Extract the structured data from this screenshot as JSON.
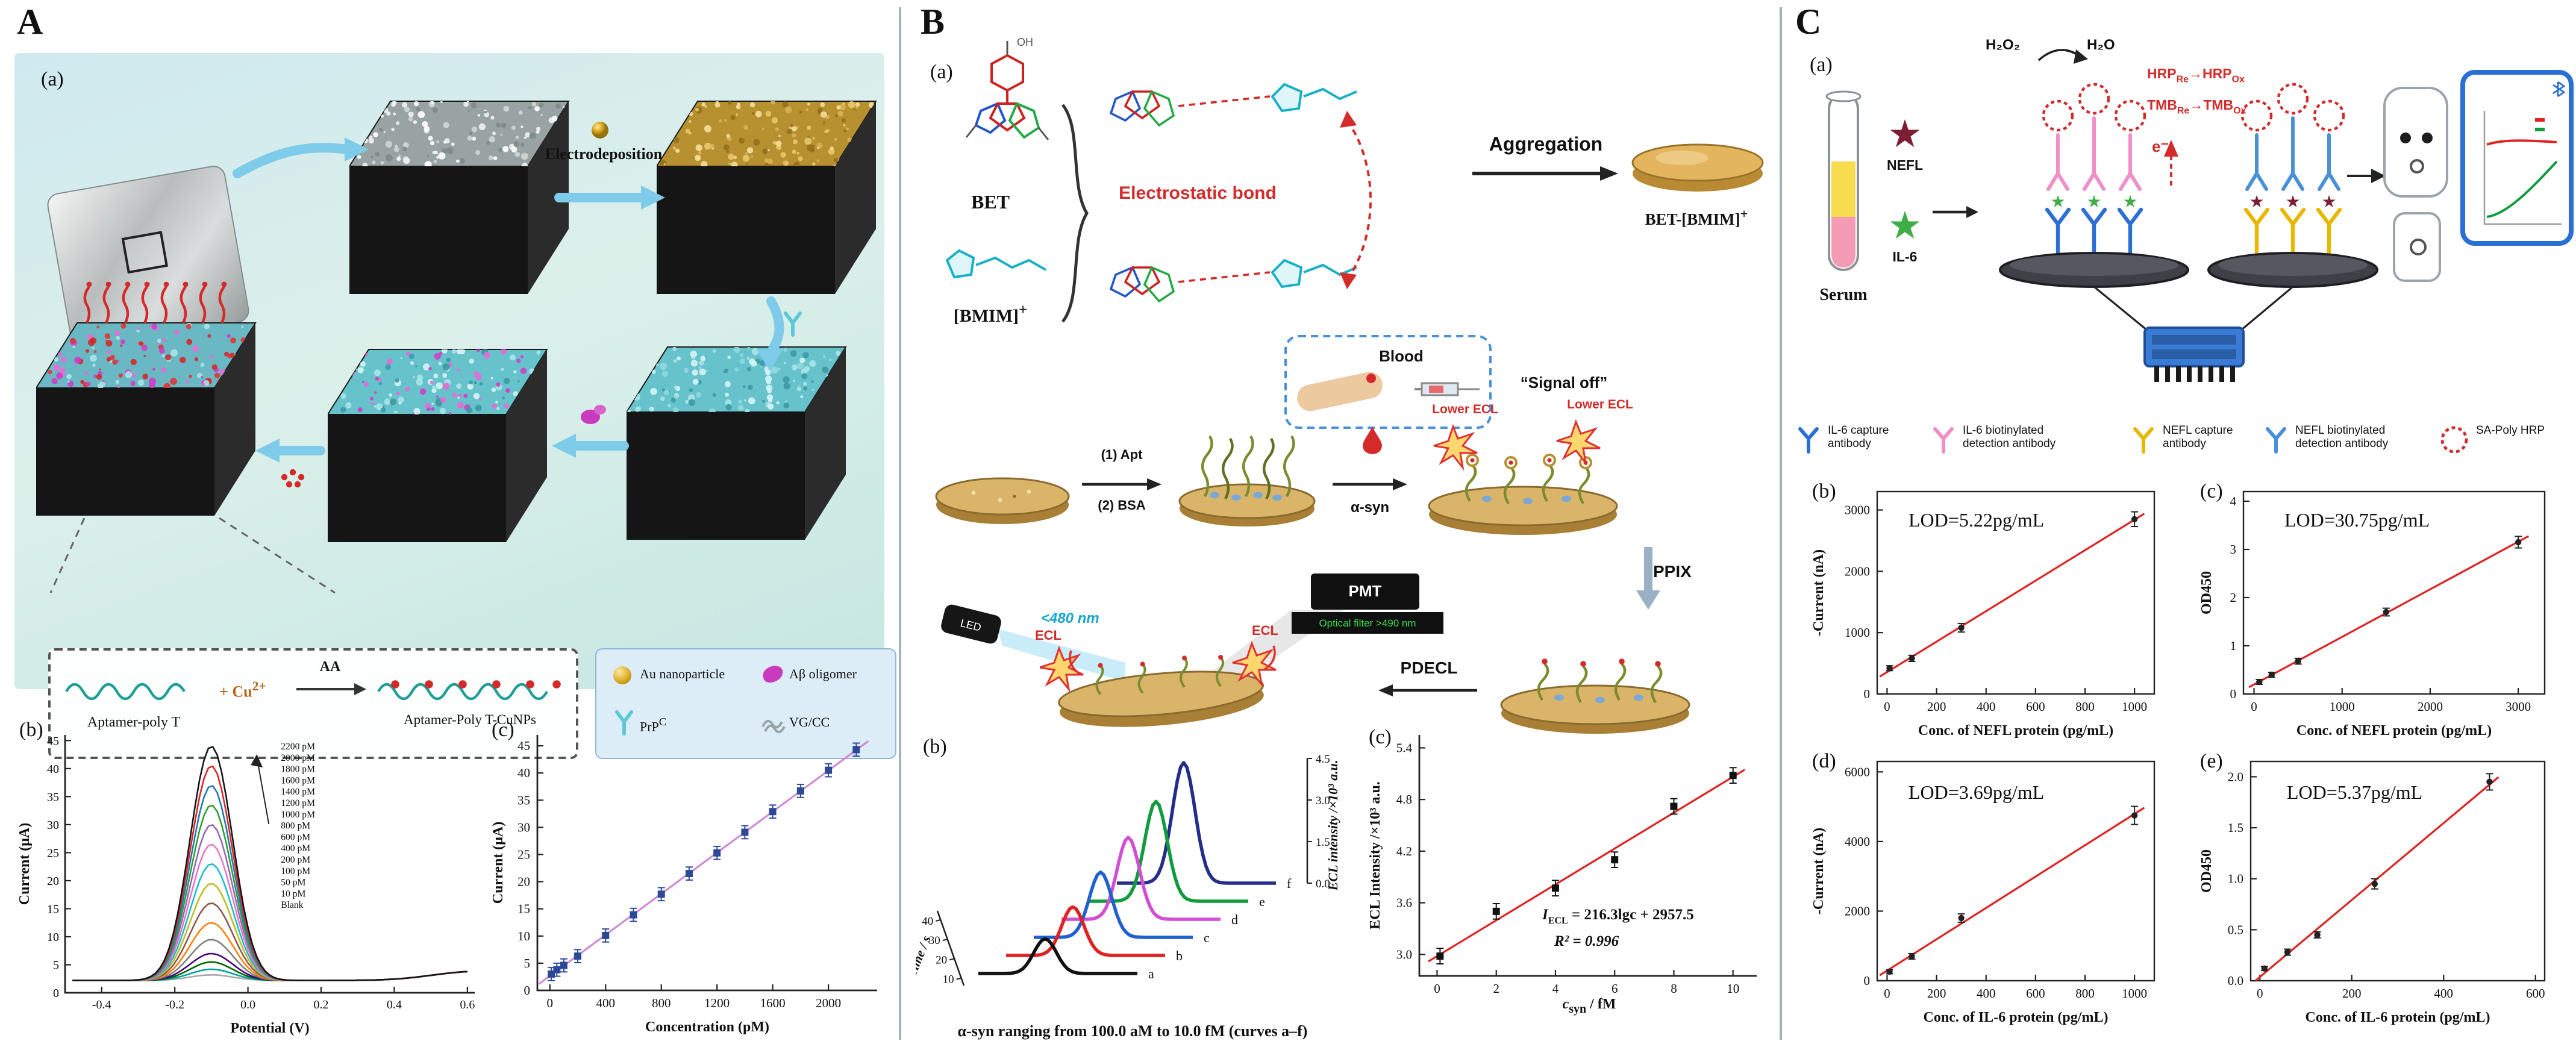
{
  "colors": {
    "accent_red": "#d42a2a",
    "arrow_blue": "#7ecbea",
    "aptamer_teal": "#1f9e98",
    "gold": "#d8b254",
    "magenta": "#cf3ec6",
    "cyan": "#5ac8d8",
    "phone_blue": "#2a6fd4",
    "star_green": "#3fae49",
    "star_dark_red": "#7c1f35"
  },
  "panels": {
    "A": {
      "label": "A",
      "sub_a": "(a)",
      "sub_b": "(b)",
      "sub_c": "(c)",
      "electrodeposition": "Electrodeposition",
      "legend_reaction": {
        "aptamer": "Aptamer-poly T",
        "plus_cu_prefix": "+ Cu",
        "plus_cu_sup": "2+",
        "aa": "AA",
        "product": "Aptamer-Poly T-CuNPs"
      },
      "legend_icons": {
        "au": "Au nanoparticle",
        "abeta": "Aβ oligomer",
        "prp_base": "PrP",
        "prp_sup": "C",
        "vgcc": "VG/CC"
      }
    },
    "B": {
      "label": "B",
      "sub_a": "(a)",
      "sub_b": "(b)",
      "sub_c": "(c)",
      "atom_oh": "OH",
      "bet": "BET",
      "bmim_base": "[BMIM]",
      "bmim_sup": "+",
      "electrostatic_bond": "Electrostatic bond",
      "aggregation": "Aggregation",
      "product_base": "BET-[BMIM]",
      "product_sup": "+",
      "blood": "Blood",
      "apt_step": "(1) Apt",
      "bsa_step": "(2) BSA",
      "asyn": "α-syn",
      "signal_off": "“Signal off”",
      "lower_ecl": "Lower ECL",
      "ppix": "PPIX",
      "led": "LED",
      "nm480": "<480 nm",
      "pmt": "PMT",
      "optical_filter": "Optical filter >490 nm",
      "ecl": "ECL",
      "pdecl": "PDECL",
      "caption": "α-syn ranging from 100.0 aM to 10.0 fM (curves a–f)"
    },
    "C": {
      "label": "C",
      "sub_a": "(a)",
      "serum": "Serum",
      "nefl": "NEFL",
      "il6": "IL-6",
      "h2o2": "H₂O₂",
      "h2o": "H₂O",
      "arrow": "→",
      "hrp_base": "HRP",
      "hrp_red_sub": "Re",
      "hrp_ox_sub": "Ox",
      "tmb_base": "TMB",
      "tmb_red_sub": "Re",
      "tmb_ox_sub": "Ox",
      "electron": "e⁻",
      "legend": [
        {
          "icon": "il6-capture-antibody-icon",
          "label": "IL-6 capture antibody",
          "color": "#2b6fd4"
        },
        {
          "icon": "il6-detection-antibody-icon",
          "label": "IL-6 biotinylated detection antibody",
          "color": "#ef8ec7"
        },
        {
          "icon": "nefl-capture-antibody-icon",
          "label": "NEFL capture antibody",
          "color": "#e8b800"
        },
        {
          "icon": "nefl-detection-antibody-icon",
          "label": "NEFL biotinylated detection antibody",
          "color": "#4a90d9"
        },
        {
          "icon": "sa-poly-hrp-icon",
          "label": "SA-Poly HRP",
          "color": "#d42a2a"
        }
      ]
    }
  },
  "chart_data": [
    {
      "id": "chart-A-b",
      "type": "dpv",
      "sub": "(b)",
      "xlabel": "Potential (V)",
      "ylabel": "Current (μA)",
      "xlim": [
        -0.5,
        0.62
      ],
      "ylim": [
        0,
        46
      ],
      "ml": 42,
      "xticks": [
        "-0.4",
        "-0.2",
        "0.0",
        "0.2",
        "0.4",
        "0.6"
      ],
      "yticks": [
        "0",
        "5",
        "10",
        "15",
        "20",
        "25",
        "30",
        "35",
        "40",
        "45"
      ],
      "peak_x": -0.1,
      "baseline": 2.2,
      "series": [
        {
          "label": "2200 pM",
          "peak": 44,
          "color": "#161616"
        },
        {
          "label": "2000 pM",
          "peak": 40.5,
          "color": "#d62728"
        },
        {
          "label": "1800 pM",
          "peak": 37,
          "color": "#1f77b4"
        },
        {
          "label": "1600 pM",
          "peak": 33.5,
          "color": "#2ca02c"
        },
        {
          "label": "1400 pM",
          "peak": 30,
          "color": "#9467bd"
        },
        {
          "label": "1200 pM",
          "peak": 26.5,
          "color": "#e377c2"
        },
        {
          "label": "1000 pM",
          "peak": 23,
          "color": "#17becf"
        },
        {
          "label": "800 pM",
          "peak": 19.5,
          "color": "#bcbd22"
        },
        {
          "label": "600 pM",
          "peak": 16,
          "color": "#8c564b"
        },
        {
          "label": "400 pM",
          "peak": 12.5,
          "color": "#ff7f0e"
        },
        {
          "label": "200 pM",
          "peak": 9.5,
          "color": "#7f7f7f"
        },
        {
          "label": "100 pM",
          "peak": 7,
          "color": "#4b0082"
        },
        {
          "label": "50 pM",
          "peak": 5.5,
          "color": "#006400"
        },
        {
          "label": "10 pM",
          "peak": 4.2,
          "color": "#00a0a0"
        },
        {
          "label": "Blank",
          "peak": 3.2,
          "color": "#a8a8a8"
        }
      ]
    },
    {
      "id": "chart-A-c",
      "type": "xy",
      "sub": "(c)",
      "xlabel": "Concentration (pM)",
      "ylabel": "Current (μA)",
      "xlim": [
        -90,
        2350
      ],
      "ylim": [
        0,
        47
      ],
      "ml": 42,
      "box": false,
      "marker": "square",
      "xticks": [
        "0",
        "400",
        "800",
        "1200",
        "1600",
        "2000"
      ],
      "yticks": [
        "0",
        "5",
        "10",
        "15",
        "20",
        "25",
        "30",
        "35",
        "40",
        "45"
      ],
      "x": [
        10,
        50,
        100,
        200,
        400,
        600,
        800,
        1000,
        1200,
        1400,
        1600,
        1800,
        2000,
        2200
      ],
      "y": [
        3.0,
        3.8,
        4.6,
        6.3,
        10.1,
        13.9,
        17.7,
        21.5,
        25.3,
        29.1,
        32.9,
        36.7,
        40.5,
        44.3
      ],
      "err": 1.2,
      "point_color": "#2e4898",
      "line_color": "#cf8bd6"
    },
    {
      "id": "chart-B-b",
      "type": "waterfall",
      "sub": "(b)",
      "zlabel": "ECL intensity /×10³ a.u.",
      "xlabel": "Time / s",
      "zticks": [
        "0.0",
        "1.5",
        "3.0",
        "4.5"
      ],
      "time_ticks": [
        "40",
        "30",
        "20",
        "10"
      ],
      "curves": [
        {
          "label": "a",
          "peak": 1.25,
          "color": "#111111"
        },
        {
          "label": "b",
          "peak": 1.75,
          "color": "#e02222"
        },
        {
          "label": "c",
          "peak": 2.35,
          "color": "#2060d0"
        },
        {
          "label": "d",
          "peak": 2.95,
          "color": "#d24fd2"
        },
        {
          "label": "e",
          "peak": 3.6,
          "color": "#109c3c"
        },
        {
          "label": "f",
          "peak": 4.35,
          "color": "#232e8a"
        }
      ]
    },
    {
      "id": "chart-B-c",
      "type": "xy",
      "sub": "(c)",
      "ylabel": "ECL Intensity /×10³ a.u.",
      "xlabel_parts": {
        "i": "c",
        "sub": "syn",
        "rest": " / fM"
      },
      "xlim": [
        -0.6,
        10.8
      ],
      "ylim": [
        2.75,
        5.55
      ],
      "ml": 46,
      "box": false,
      "marker": "square",
      "xticks": [
        "0",
        "2",
        "4",
        "6",
        "8",
        "10"
      ],
      "yticks": [
        "3.0",
        "3.6",
        "4.2",
        "4.8",
        "5.4"
      ],
      "x": [
        0.1,
        2,
        4,
        6,
        8,
        10
      ],
      "y": [
        2.98,
        3.5,
        3.77,
        4.1,
        4.72,
        5.08
      ],
      "err": 0.09,
      "annotation": {
        "i": "I",
        "sub": "ECL",
        "rest": " = 216.3lgc + 2957.5",
        "r2": "R² = 0.996"
      },
      "point_color": "#111111",
      "line_color": "#e02222"
    },
    {
      "id": "chart-C-b",
      "type": "xy",
      "sub": "(b)",
      "lod": "LOD=5.22pg/mL",
      "xlabel": "Conc. of NEFL protein (pg/mL)",
      "ylabel": "-Current (nA)",
      "xlim": [
        -40,
        1080
      ],
      "ylim": [
        0,
        3300
      ],
      "ml": 58,
      "box": true,
      "marker": "dot",
      "xticks": [
        "0",
        "200",
        "400",
        "600",
        "800",
        "1000"
      ],
      "yticks": [
        "0",
        "1000",
        "2000",
        "3000"
      ],
      "x": [
        10,
        100,
        300,
        1000
      ],
      "y": [
        420,
        580,
        1080,
        2850
      ],
      "err": [
        40,
        50,
        70,
        120
      ],
      "point_color": "#222222",
      "line_color": "#e02222"
    },
    {
      "id": "chart-C-c",
      "type": "xy",
      "sub": "(c)",
      "lod": "LOD=30.75pg/mL",
      "xlabel": "Conc. of NEFL protein (pg/mL)",
      "ylabel": "OD450",
      "xlim": [
        -120,
        3300
      ],
      "ylim": [
        0,
        4.2
      ],
      "ml": 40,
      "box": true,
      "marker": "dot",
      "xticks": [
        "0",
        "1000",
        "2000",
        "3000"
      ],
      "yticks": [
        "0",
        "1",
        "2",
        "3",
        "4"
      ],
      "x": [
        60,
        200,
        500,
        1500,
        3000
      ],
      "y": [
        0.25,
        0.4,
        0.68,
        1.7,
        3.15
      ],
      "err": [
        0.05,
        0.05,
        0.06,
        0.08,
        0.12
      ],
      "point_color": "#222222",
      "line_color": "#e02222"
    },
    {
      "id": "chart-C-d",
      "type": "xy",
      "sub": "(d)",
      "lod": "LOD=3.69pg/mL",
      "xlabel": "Conc. of IL-6 protein (pg/mL)",
      "ylabel": "-Current (nA)",
      "xlim": [
        -40,
        1080
      ],
      "ylim": [
        0,
        6300
      ],
      "ml": 58,
      "box": true,
      "marker": "dot",
      "xticks": [
        "0",
        "200",
        "400",
        "600",
        "800",
        "1000"
      ],
      "yticks": [
        "0",
        "2000",
        "4000",
        "6000"
      ],
      "x": [
        10,
        100,
        300,
        1000
      ],
      "y": [
        260,
        700,
        1800,
        4750
      ],
      "err": [
        60,
        80,
        120,
        260
      ],
      "point_color": "#222222",
      "line_color": "#e02222"
    },
    {
      "id": "chart-C-e",
      "type": "xy",
      "sub": "(e)",
      "lod": "LOD=5.37pg/mL",
      "xlabel": "Conc. of IL-6 protein (pg/mL)",
      "ylabel": "OD450",
      "xlim": [
        -20,
        620
      ],
      "ylim": [
        0,
        2.15
      ],
      "ml": 46,
      "box": true,
      "marker": "dot",
      "xticks": [
        "0",
        "200",
        "400",
        "600"
      ],
      "yticks": [
        "0.0",
        "0.5",
        "1.0",
        "1.5",
        "2.0"
      ],
      "x": [
        10,
        60,
        125,
        250,
        500
      ],
      "y": [
        0.12,
        0.28,
        0.45,
        0.95,
        1.95
      ],
      "err": [
        0.02,
        0.03,
        0.03,
        0.05,
        0.08
      ],
      "point_color": "#222222",
      "line_color": "#e02222"
    }
  ]
}
